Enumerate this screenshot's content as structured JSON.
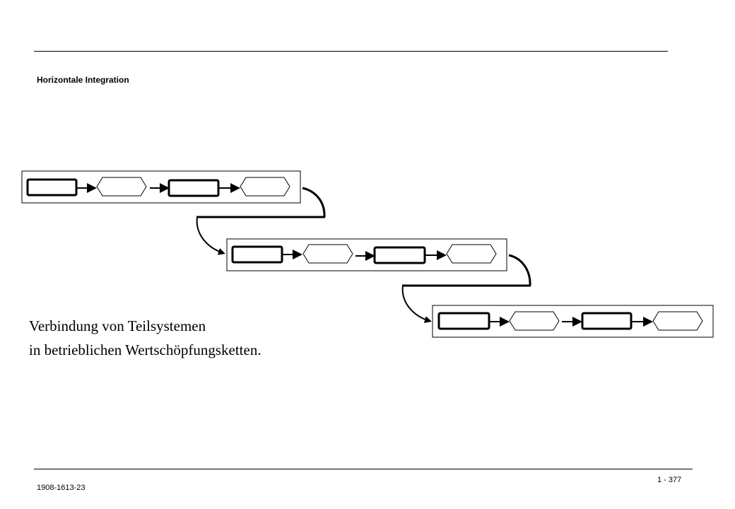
{
  "header": {
    "title": "Horizontale Integration"
  },
  "caption": {
    "line1": "Verbindung von Teilsystemen",
    "line2": "in betrieblichen Wertschöpfungsketten."
  },
  "footer": {
    "doc_id": "1908-1613-23",
    "page": "1 - 377"
  },
  "diagram": {
    "chains": 3,
    "elements_per_chain": [
      "function",
      "event",
      "function",
      "event"
    ]
  }
}
